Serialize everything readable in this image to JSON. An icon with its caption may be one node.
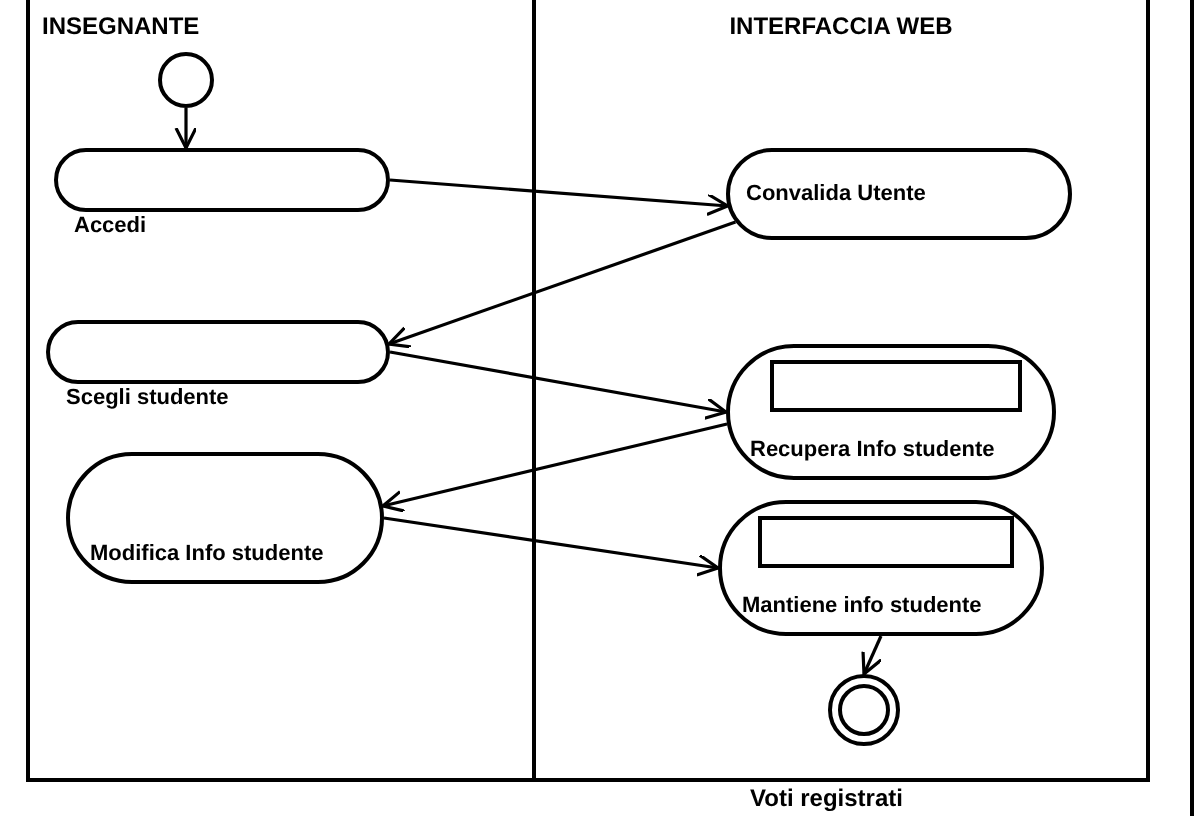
{
  "diagram": {
    "nodes": [
      {
        "text": [
          "INSEGNANTE"
        ]
      },
      {
        "text": [
          "INTERFACCIA WEB"
        ]
      },
      {
        "text": [],
        "shape": "circle",
        "in": 0
      },
      {
        "text": [
          "Accedi"
        ],
        "in": 0
      },
      {
        "text": [
          "Scegli studente"
        ],
        "in": 0
      },
      {
        "text": [
          "Modifica Info studente"
        ],
        "in": 0
      },
      {
        "text": [
          "Convalida Utente"
        ],
        "in": 1
      },
      {
        "text": [
          "Recupera Info studente"
        ],
        "in": 1
      },
      {
        "text": [],
        "shape": "box",
        "in": 7
      },
      {
        "text": [
          "Mantiene info studente"
        ],
        "in": 1
      },
      {
        "text": [],
        "shape": "box",
        "in": 9
      },
      {
        "text": [],
        "shape": "circle",
        "in": 1
      }
    ],
    "edges": [
      {
        "from": 2,
        "to": 3,
        "arrow": "to"
      },
      {
        "from": 3,
        "to": 6,
        "arrow": "to"
      },
      {
        "from": 6,
        "to": 4,
        "arrow": "to"
      },
      {
        "from": 4,
        "to": 7,
        "arrow": "to"
      },
      {
        "from": 7,
        "to": 5,
        "arrow": "to"
      },
      {
        "from": 5,
        "to": 9,
        "arrow": "to"
      },
      {
        "from": 9,
        "to": 11,
        "arrow": "to"
      }
    ],
    "labels": [
      "Voti registrati"
    ]
  }
}
